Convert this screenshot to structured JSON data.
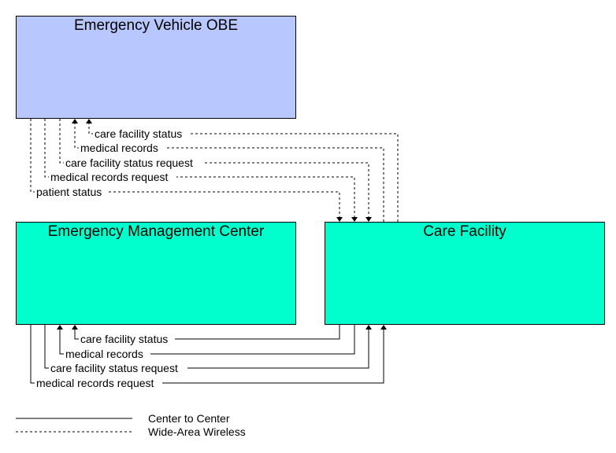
{
  "boxes": {
    "obe": {
      "title": "Emergency Vehicle OBE",
      "color": "#b8c8ff"
    },
    "emc": {
      "title": "Emergency Management Center",
      "color": "#00ffcc"
    },
    "care": {
      "title": "Care Facility",
      "color": "#00ffcc"
    }
  },
  "flows_obe_care": [
    {
      "label": "care facility status",
      "direction": "to Emergency Vehicle OBE",
      "style": "dashed"
    },
    {
      "label": "medical records",
      "direction": "to Emergency Vehicle OBE",
      "style": "dashed"
    },
    {
      "label": "care facility status request",
      "direction": "to Care Facility",
      "style": "dashed"
    },
    {
      "label": "medical records request",
      "direction": "to Care Facility",
      "style": "dashed"
    },
    {
      "label": "patient status",
      "direction": "to Care Facility",
      "style": "dashed"
    }
  ],
  "flows_emc_care": [
    {
      "label": "care facility status",
      "direction": "to Emergency Management Center",
      "style": "solid"
    },
    {
      "label": "medical records",
      "direction": "to Emergency Management Center",
      "style": "solid"
    },
    {
      "label": "care facility status request",
      "direction": "to Care Facility",
      "style": "solid"
    },
    {
      "label": "medical records request",
      "direction": "to Care Facility",
      "style": "solid"
    }
  ],
  "legend": [
    {
      "label": "Center to Center",
      "style": "solid"
    },
    {
      "label": "Wide-Area Wireless",
      "style": "dashed"
    }
  ]
}
